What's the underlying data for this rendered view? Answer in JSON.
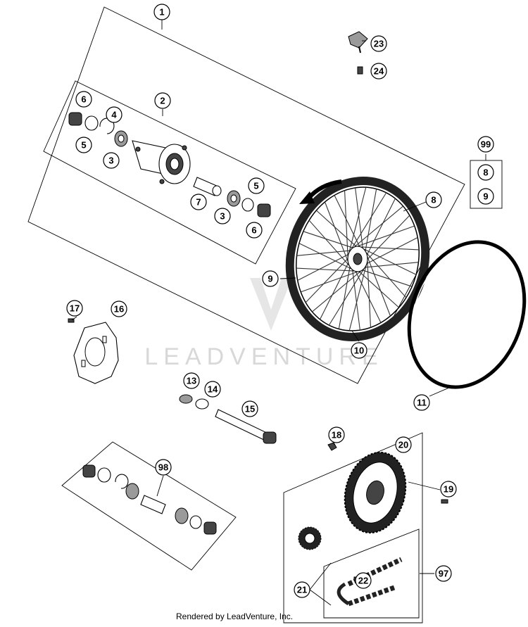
{
  "watermark": {
    "text": "LEADVENTURE"
  },
  "footer": {
    "text": "Rendered by LeadVenture, Inc."
  },
  "callouts": {
    "c1": "1",
    "c2": "2",
    "c3a": "3",
    "c3b": "3",
    "c4": "4",
    "c5a": "5",
    "c5b": "5",
    "c6a": "6",
    "c6b": "6",
    "c7": "7",
    "c8": "8",
    "c9": "9",
    "c10": "10",
    "c11": "11",
    "c13": "13",
    "c14": "14",
    "c15": "15",
    "c16": "16",
    "c17": "17",
    "c18": "18",
    "c19": "19",
    "c20": "20",
    "c21": "21",
    "c22": "22",
    "c23": "23",
    "c24": "24",
    "c97": "97",
    "c98": "98",
    "c99": "99",
    "c99_8": "8",
    "c99_9": "9"
  }
}
